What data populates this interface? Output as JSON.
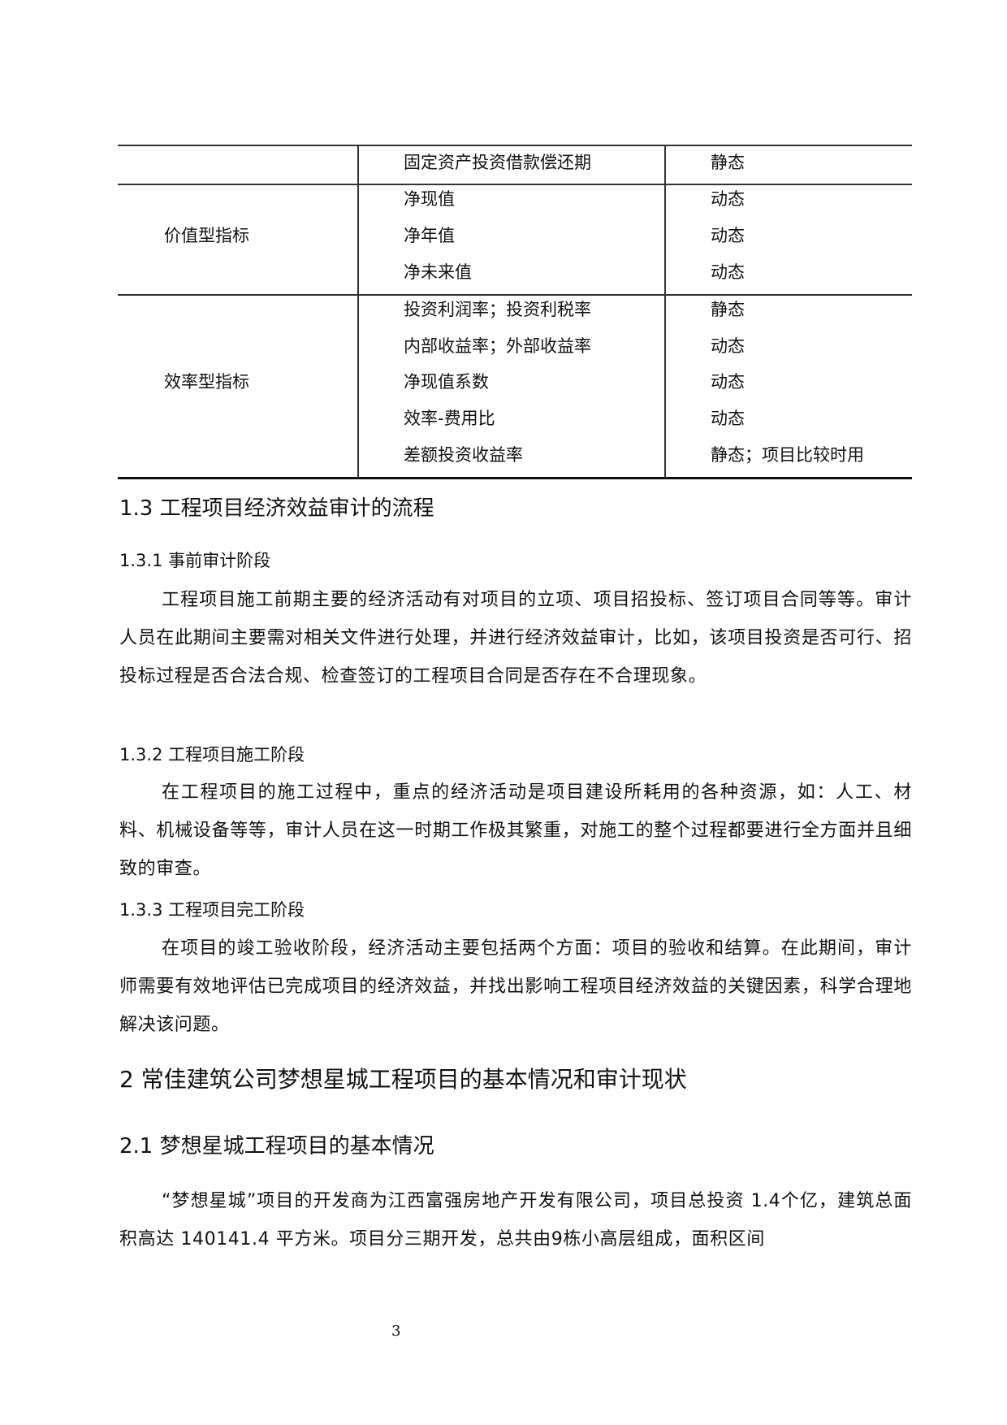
{
  "table": {
    "rows": [
      {
        "group": "",
        "indicator": "固定资产投资借款偿还期",
        "type": "静态"
      },
      {
        "group": "价值型指标",
        "indicator": "净现值",
        "type": "动态"
      },
      {
        "group": "",
        "indicator": "净年值",
        "type": "动态"
      },
      {
        "group": "",
        "indicator": "净未来值",
        "type": "动态"
      },
      {
        "group": "",
        "indicator": "投资利润率；投资利税率",
        "type": "静态"
      },
      {
        "group": "",
        "indicator": "内部收益率；外部收益率",
        "type": "动态"
      },
      {
        "group": "效率型指标",
        "indicator": "净现值系数",
        "type": "动态"
      },
      {
        "group": "",
        "indicator": "效率-费用比",
        "type": "动态"
      },
      {
        "group": "",
        "indicator": "差额投资收益率",
        "type": "静态；项目比较时用"
      }
    ],
    "groups": {
      "value": "价值型指标",
      "efficiency": "效率型指标"
    }
  },
  "sections": {
    "s1_3": {
      "title": "1.3 工程项目经济效益审计的流程",
      "s1_3_1": {
        "title": "1.3.1 事前审计阶段",
        "body": "工程项目施工前期主要的经济活动有对项目的立项、项目招投标、签订项目合同等等。审计人员在此期间主要需对相关文件进行处理，并进行经济效益审计，比如，该项目投资是否可行、招投标过程是否合法合规、检查签订的工程项目合同是否存在不合理现象。"
      },
      "s1_3_2": {
        "title": "1.3.2 工程项目施工阶段",
        "body": "在工程项目的施工过程中，重点的经济活动是项目建设所耗用的各种资源，如：人工、材料、机械设备等等，审计人员在这一时期工作极其繁重，对施工的整个过程都要进行全方面并且细致的审查。"
      },
      "s1_3_3": {
        "title": "1.3.3 工程项目完工阶段",
        "body": "在项目的竣工验收阶段，经济活动主要包括两个方面：项目的验收和结算。在此期间，审计师需要有效地评估已完成项目的经济效益，并找出影响工程项目经济效益的关键因素，科学合理地解决该问题。"
      }
    },
    "s2": {
      "title": "2 常佳建筑公司梦想星城工程项目的基本情况和审计现状",
      "s2_1": {
        "title": "2.1 梦想星城工程项目的基本情况",
        "body": "“梦想星城”项目的开发商为江西富强房地产开发有限公司，项目总投资 1.4个亿，建筑总面积高达 140141.4 平方米。项目分三期开发，总共由9栋小高层组成，面积区间"
      }
    }
  },
  "page_number": "3"
}
